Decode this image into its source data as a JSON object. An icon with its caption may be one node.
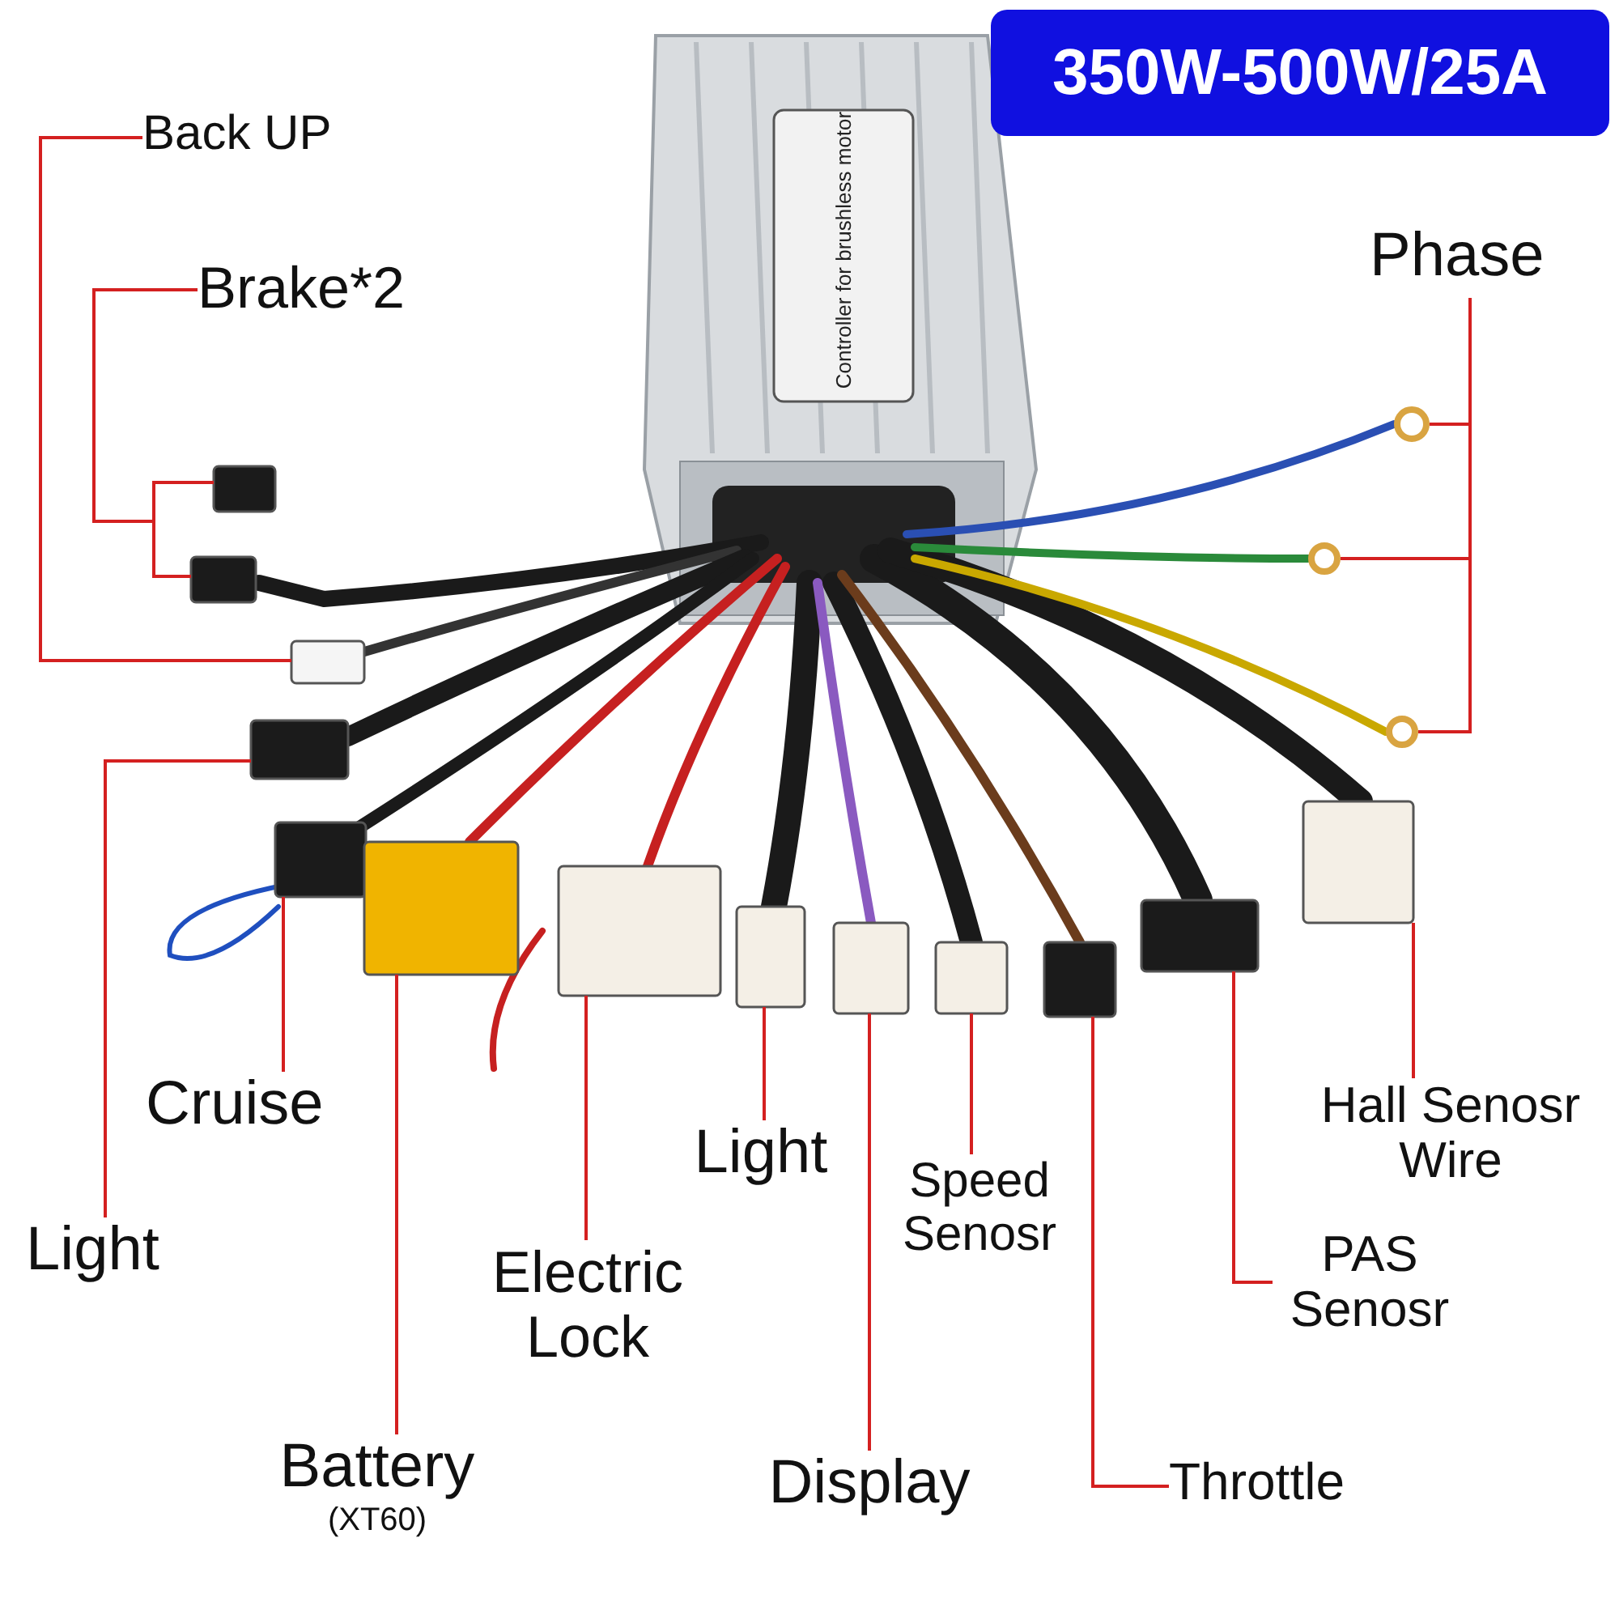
{
  "diagram": {
    "title": "350W-500W/25A",
    "nodes": [
      {
        "text": [
          "Back UP"
        ]
      },
      {
        "text": [
          "Brake*2"
        ]
      },
      {
        "text": [
          "Phase"
        ]
      },
      {
        "text": [
          "Cruise"
        ]
      },
      {
        "text": [
          "Light"
        ]
      },
      {
        "text": [
          "Electric Lock"
        ]
      },
      {
        "text": [
          "Light"
        ]
      },
      {
        "text": [
          "Speed Senosr"
        ]
      },
      {
        "text": [
          "Hall Senosr Wire"
        ]
      },
      {
        "text": [
          "PAS Senosr"
        ]
      },
      {
        "text": [
          "Battery",
          "(XT60)"
        ]
      },
      {
        "text": [
          "Display"
        ]
      },
      {
        "text": [
          "Throttle"
        ]
      },
      {
        "text": [],
        "shape": "box"
      },
      {
        "text": [],
        "shape": "box"
      },
      {
        "text": [],
        "shape": "box"
      },
      {
        "text": [],
        "shape": "circle"
      },
      {
        "text": [],
        "shape": "circle"
      },
      {
        "text": [],
        "shape": "circle"
      },
      {
        "text": [],
        "shape": "box"
      },
      {
        "text": [],
        "shape": "box"
      },
      {
        "text": [],
        "shape": "box"
      },
      {
        "text": [],
        "shape": "box"
      },
      {
        "text": [],
        "shape": "box"
      },
      {
        "text": [],
        "shape": "box"
      },
      {
        "text": [],
        "shape": "box"
      },
      {
        "text": [],
        "shape": "box"
      },
      {
        "text": [],
        "shape": "box"
      },
      {
        "text": [],
        "shape": "box"
      }
    ],
    "edges": [
      {
        "from": 0,
        "to": 13,
        "arrow": "none"
      },
      {
        "from": 1,
        "to": 14,
        "arrow": "none"
      },
      {
        "from": 1,
        "to": 15,
        "arrow": "none"
      },
      {
        "from": 2,
        "to": 16,
        "arrow": "none"
      },
      {
        "from": 2,
        "to": 17,
        "arrow": "none"
      },
      {
        "from": 2,
        "to": 18,
        "arrow": "none"
      },
      {
        "from": 3,
        "to": 19,
        "arrow": "none"
      },
      {
        "from": 4,
        "to": 20,
        "arrow": "none"
      },
      {
        "from": 5,
        "to": 22,
        "arrow": "none"
      },
      {
        "from": 6,
        "to": 23,
        "arrow": "none"
      },
      {
        "from": 7,
        "to": 25,
        "arrow": "none"
      },
      {
        "from": 8,
        "to": 28,
        "arrow": "none"
      },
      {
        "from": 9,
        "to": 27,
        "arrow": "none"
      },
      {
        "from": 10,
        "to": 21,
        "arrow": "none"
      },
      {
        "from": 11,
        "to": 24,
        "arrow": "none"
      },
      {
        "from": 12,
        "to": 26,
        "arrow": "none"
      }
    ],
    "labels": [
      "Controller for brushless motor"
    ]
  }
}
